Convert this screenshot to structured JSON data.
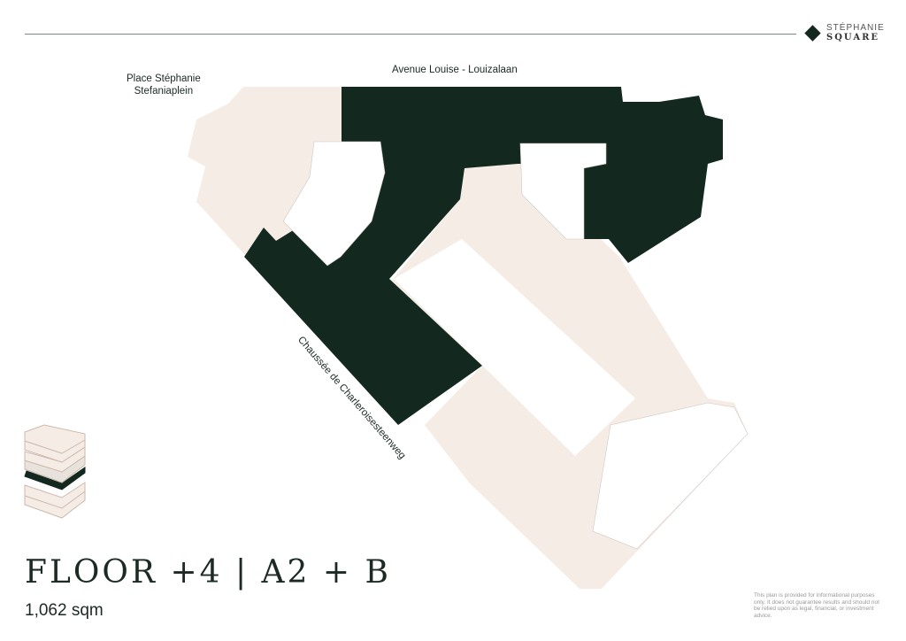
{
  "brand": {
    "line1": "STÉPHANIE",
    "line2": "SQUARE"
  },
  "streets": {
    "avenue": "Avenue Louise - Louizalaan",
    "place_line1": "Place Stéphanie",
    "place_line2": "Stefaniaplein",
    "chaussee": "Chaussée de Charleroisesteenweg"
  },
  "floor": {
    "title": "FLOOR +4 | A2 + B",
    "area": "1,062 sqm",
    "selected_level_index": 4
  },
  "disclaimer": "This plan is provided for informational purposes only. It does not guarantee results and should not be relied upon as legal, financial, or investment advice.",
  "colors": {
    "available": "#13291f",
    "building": "#f6ece6",
    "core": "#ffffff"
  }
}
